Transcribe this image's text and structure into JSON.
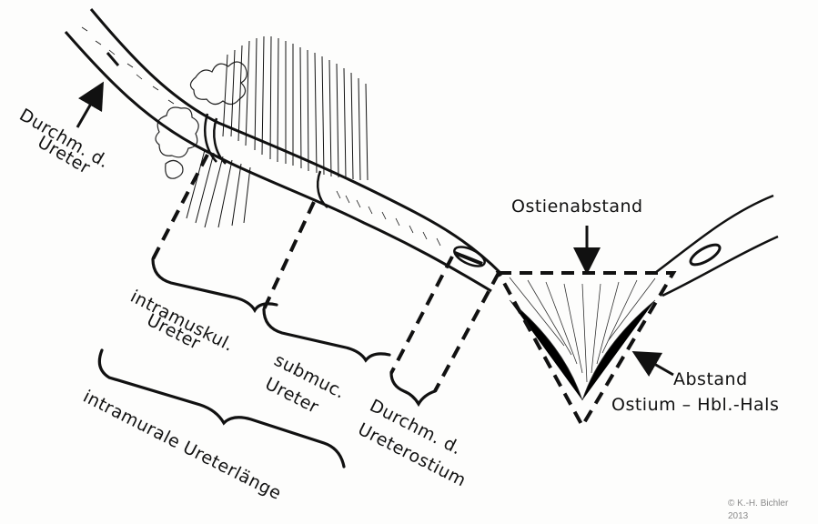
{
  "labels": {
    "ureter_diameter": [
      "Durchm. d.",
      "Ureter"
    ],
    "ostium_distance": "Ostienabstand",
    "intramuscular": [
      "intramuskul.",
      "Ureter"
    ],
    "submucosal": [
      "submuc.",
      "Ureter"
    ],
    "ostium_diameter": [
      "Durchm. d.",
      "Ureterostium"
    ],
    "intramural_length": "intramurale Ureterlänge",
    "distance_neck": [
      "Abstand",
      "Ostium – Hbl.-Hals"
    ]
  },
  "copyright": [
    "© K.-H. Bichler",
    "2013"
  ]
}
